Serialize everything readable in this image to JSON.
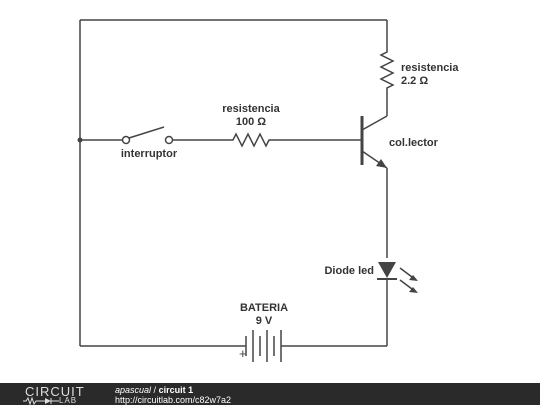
{
  "components": {
    "resistor_top": {
      "name": "resistencia",
      "value": "2.2 Ω"
    },
    "resistor_base": {
      "name": "resistencia",
      "value": "100 Ω"
    },
    "switch": {
      "label": "interruptor"
    },
    "transistor": {
      "label": "col.lector"
    },
    "diode": {
      "label": "Diode led"
    },
    "battery": {
      "name": "BATERIA",
      "value": "9 V",
      "polarity": "+"
    }
  },
  "footer": {
    "logo_top": "CIRCUIT",
    "logo_bottom": "LAB",
    "user": "apascual",
    "separator": "/",
    "title": "circuit 1",
    "url": "http://circuitlab.com/c82w7a2"
  },
  "colors": {
    "wire": "#444444",
    "text": "#333333",
    "footer_bg": "#2a2a2a"
  }
}
